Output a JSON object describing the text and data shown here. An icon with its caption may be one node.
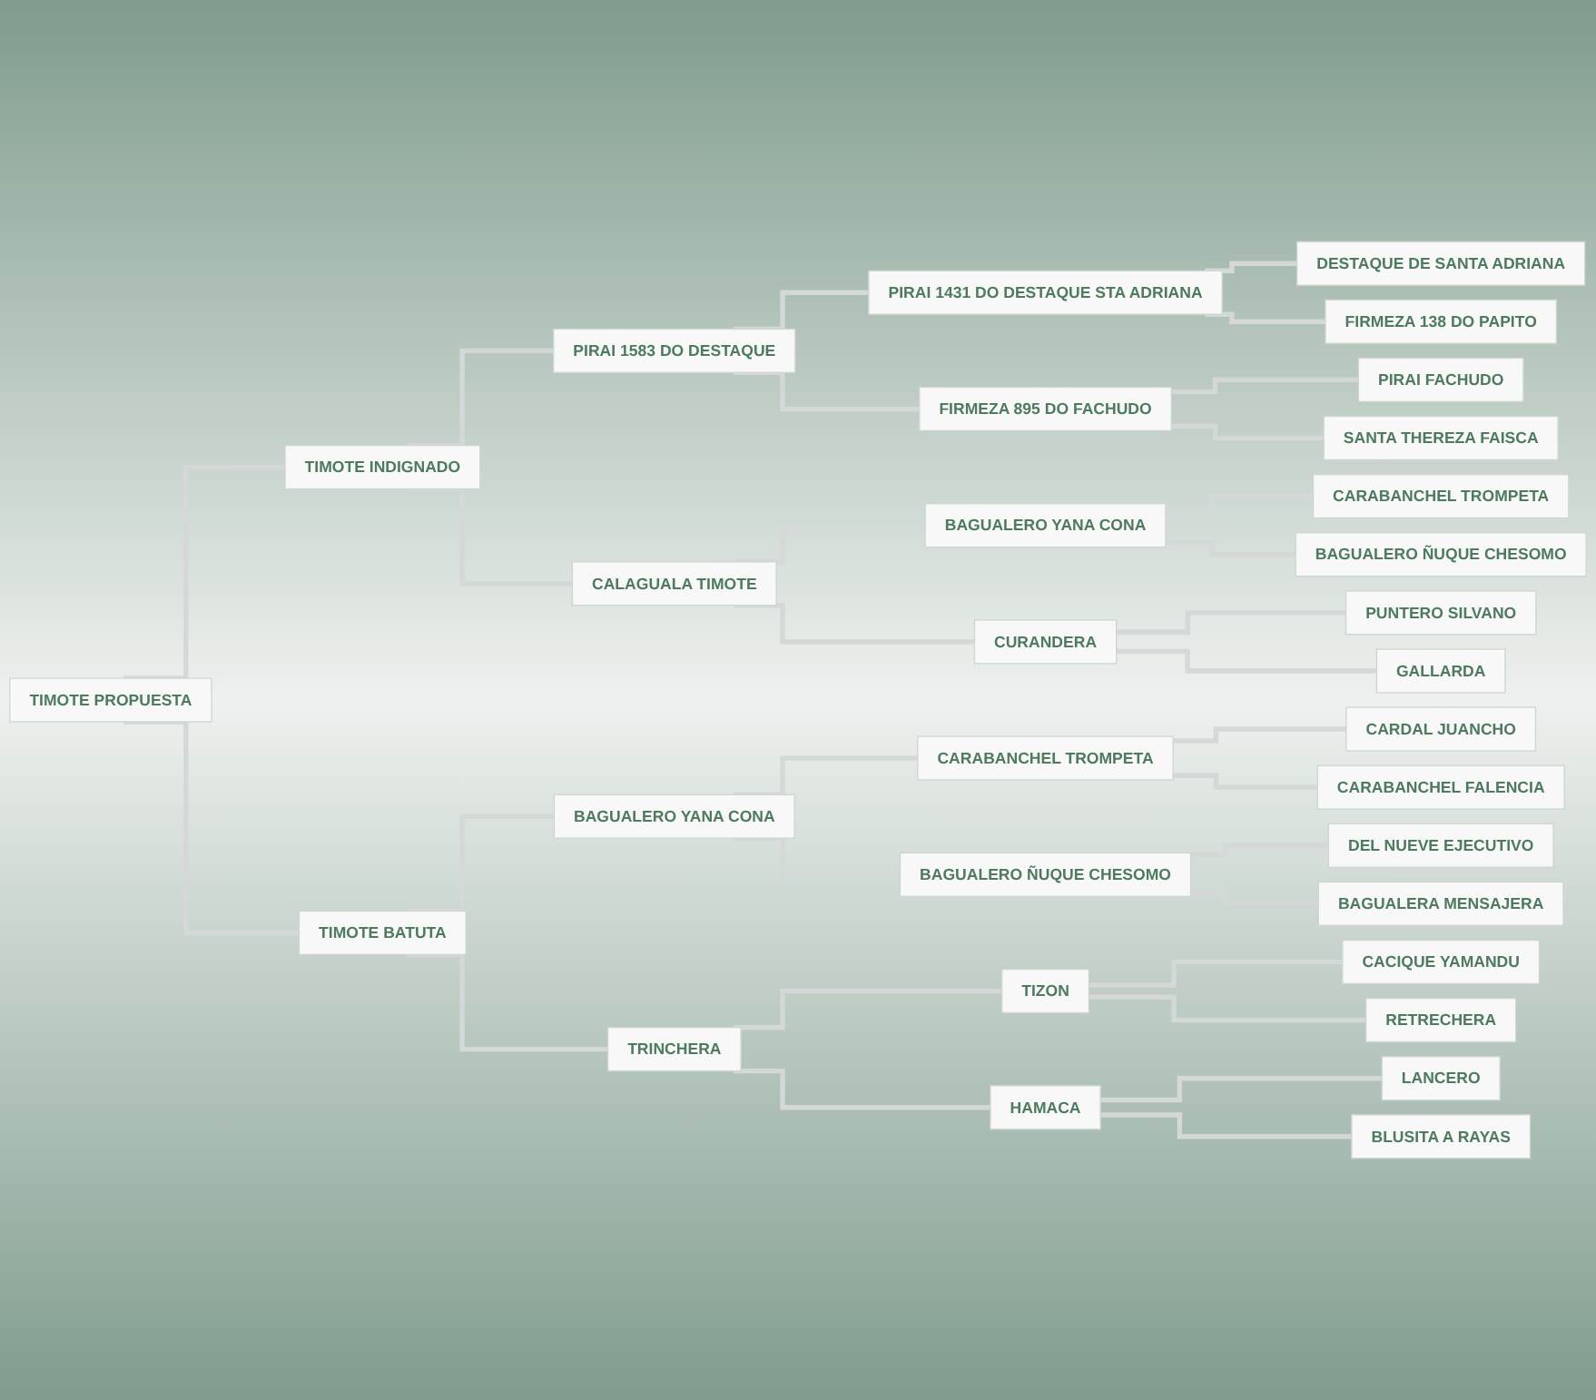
{
  "diagram": {
    "nodes": [
      {
        "text": [
          "TIMOTE PROPUESTA"
        ]
      },
      {
        "text": [
          "TIMOTE INDIGNADO"
        ]
      },
      {
        "text": [
          "PIRAI 1583 DO DESTAQUE"
        ]
      },
      {
        "text": [
          "PIRAI 1431 DO DESTAQUE STA ADRIANA"
        ]
      },
      {
        "text": [
          "DESTAQUE DE SANTA ADRIANA"
        ]
      },
      {
        "text": [
          "FIRMEZA 138 DO PAPITO"
        ]
      },
      {
        "text": [
          "FIRMEZA 895 DO FACHUDO"
        ]
      },
      {
        "text": [
          "PIRAI FACHUDO"
        ]
      },
      {
        "text": [
          "SANTA THEREZA FAISCA"
        ]
      },
      {
        "text": [
          "CALAGUALA TIMOTE"
        ]
      },
      {
        "text": [
          "BAGUALERO YANA CONA"
        ]
      },
      {
        "text": [
          "CARABANCHEL TROMPETA"
        ]
      },
      {
        "text": [
          "BAGUALERO ÑUQUE CHESOMO"
        ]
      },
      {
        "text": [
          "CURANDERA"
        ]
      },
      {
        "text": [
          "PUNTERO SILVANO"
        ]
      },
      {
        "text": [
          "GALLARDA"
        ]
      },
      {
        "text": [
          "TIMOTE BATUTA"
        ]
      },
      {
        "text": [
          "BAGUALERO YANA CONA"
        ]
      },
      {
        "text": [
          "CARABANCHEL TROMPETA"
        ]
      },
      {
        "text": [
          "CARDAL JUANCHO"
        ]
      },
      {
        "text": [
          "CARABANCHEL FALENCIA"
        ]
      },
      {
        "text": [
          "BAGUALERO ÑUQUE CHESOMO"
        ]
      },
      {
        "text": [
          "DEL NUEVE EJECUTIVO"
        ]
      },
      {
        "text": [
          "BAGUALERA MENSAJERA"
        ]
      },
      {
        "text": [
          "TRINCHERA"
        ]
      },
      {
        "text": [
          "TIZON"
        ]
      },
      {
        "text": [
          "CACIQUE YAMANDU"
        ]
      },
      {
        "text": [
          "RETRECHERA"
        ]
      },
      {
        "text": [
          "HAMACA"
        ]
      },
      {
        "text": [
          "LANCERO"
        ]
      },
      {
        "text": [
          "BLUSITA A RAYAS"
        ]
      }
    ],
    "edges": [
      {
        "from": 0,
        "to": 1,
        "arrow": "none"
      },
      {
        "from": 1,
        "to": 2,
        "arrow": "none"
      },
      {
        "from": 2,
        "to": 3,
        "arrow": "none"
      },
      {
        "from": 3,
        "to": 4,
        "arrow": "none"
      },
      {
        "from": 3,
        "to": 5,
        "arrow": "none"
      },
      {
        "from": 2,
        "to": 6,
        "arrow": "none"
      },
      {
        "from": 6,
        "to": 7,
        "arrow": "none"
      },
      {
        "from": 6,
        "to": 8,
        "arrow": "none"
      },
      {
        "from": 1,
        "to": 9,
        "arrow": "none"
      },
      {
        "from": 9,
        "to": 10,
        "arrow": "none"
      },
      {
        "from": 10,
        "to": 11,
        "arrow": "none"
      },
      {
        "from": 10,
        "to": 12,
        "arrow": "none"
      },
      {
        "from": 9,
        "to": 13,
        "arrow": "none"
      },
      {
        "from": 13,
        "to": 14,
        "arrow": "none"
      },
      {
        "from": 13,
        "to": 15,
        "arrow": "none"
      },
      {
        "from": 0,
        "to": 16,
        "arrow": "none"
      },
      {
        "from": 16,
        "to": 17,
        "arrow": "none"
      },
      {
        "from": 17,
        "to": 18,
        "arrow": "none"
      },
      {
        "from": 18,
        "to": 19,
        "arrow": "none"
      },
      {
        "from": 18,
        "to": 20,
        "arrow": "none"
      },
      {
        "from": 17,
        "to": 21,
        "arrow": "none"
      },
      {
        "from": 21,
        "to": 22,
        "arrow": "none"
      },
      {
        "from": 21,
        "to": 23,
        "arrow": "none"
      },
      {
        "from": 16,
        "to": 24,
        "arrow": "none"
      },
      {
        "from": 24,
        "to": 25,
        "arrow": "none"
      },
      {
        "from": 25,
        "to": 26,
        "arrow": "none"
      },
      {
        "from": 25,
        "to": 27,
        "arrow": "none"
      },
      {
        "from": 24,
        "to": 28,
        "arrow": "none"
      },
      {
        "from": 28,
        "to": 29,
        "arrow": "none"
      },
      {
        "from": 28,
        "to": 30,
        "arrow": "none"
      }
    ]
  }
}
